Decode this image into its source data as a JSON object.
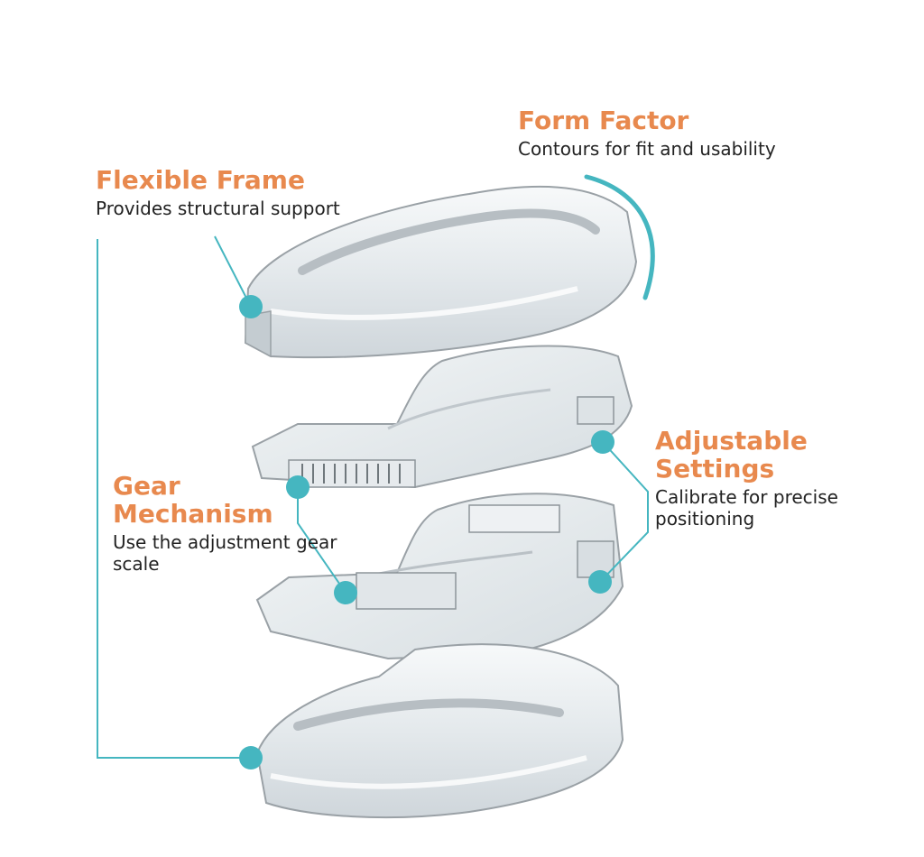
{
  "colors": {
    "accent_title": "#e8894e",
    "connector": "#45b6c0",
    "text": "#222222",
    "tray_stroke": "#9aa1a6",
    "tray_fill": "#e9edf0"
  },
  "callouts": {
    "form_factor": {
      "title": "Form Factor",
      "description": "Contours for fit and usability"
    },
    "flexible_frame": {
      "title": "Flexible Frame",
      "description": "Provides structural support"
    },
    "adjustable_settings": {
      "title": "Adjustable Settings",
      "description": "Calibrate for precise positioning"
    },
    "gear_mechanism": {
      "title": "Gear Mechanism",
      "description": "Use the adjustment gear scale"
    }
  },
  "icons": [
    "connector-dot-icon",
    "curved-arrow-icon"
  ]
}
